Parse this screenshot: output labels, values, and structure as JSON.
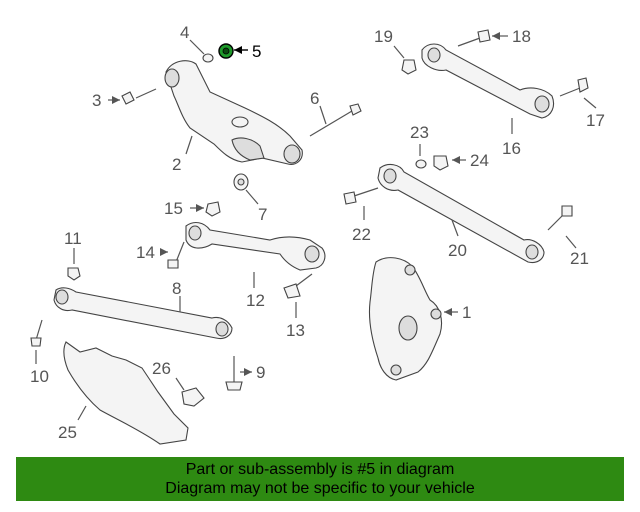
{
  "callouts": {
    "c1": "1",
    "c2": "2",
    "c3": "3",
    "c4": "4",
    "c5": "5",
    "c6": "6",
    "c7": "7",
    "c8": "8",
    "c9": "9",
    "c10": "10",
    "c11": "11",
    "c12": "12",
    "c13": "13",
    "c14": "14",
    "c15": "15",
    "c16": "16",
    "c17": "17",
    "c18": "18",
    "c19": "19",
    "c20": "20",
    "c21": "21",
    "c22": "22",
    "c23": "23",
    "c24": "24",
    "c25": "25",
    "c26": "26"
  },
  "highlighted_callout": "5",
  "banner": {
    "line1": "Part or sub-assembly is #5 in diagram",
    "line2": "Diagram may not be specific to your vehicle"
  },
  "colors": {
    "banner_bg": "#2e8a12",
    "highlight_part": "#1e9a2a",
    "line": "#555555"
  }
}
